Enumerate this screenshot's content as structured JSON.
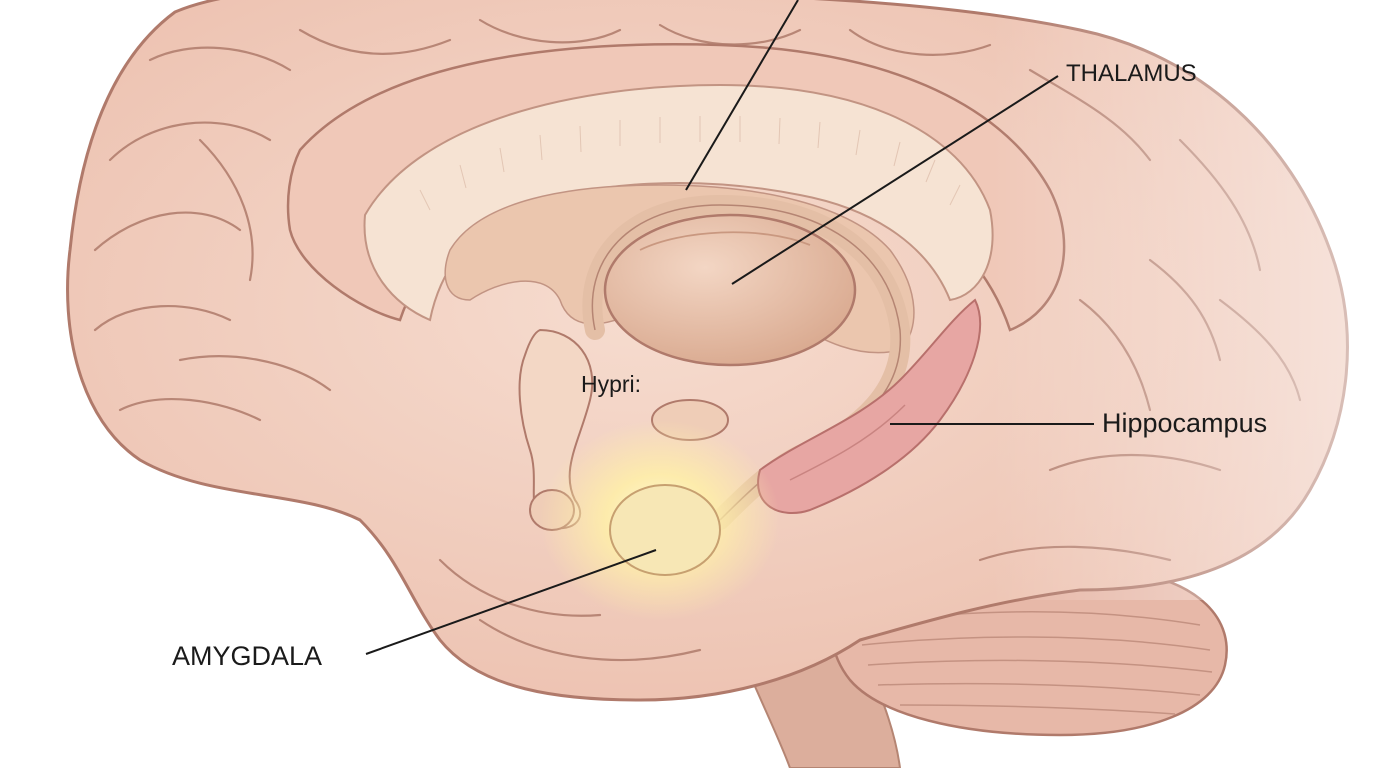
{
  "labels": {
    "thalamus": "THALAMUS",
    "hippocampus": "Hippocampus",
    "amygdala": "AMYGDALA",
    "hypothalamus_partial": "Hypri:"
  },
  "colors": {
    "background": "#ffffff",
    "cortex": "#f1cbbd",
    "sulcus": "#b07a6b",
    "corpus_callosum": "#f6e3d3",
    "thalamus": "#e6bca4",
    "hippocampus": "#e7a6a3",
    "amygdala_glow": "#fff3b0",
    "cerebellum": "#e7b8a8",
    "brainstem": "#dcae9c",
    "leader_line": "#1a1a1a"
  }
}
